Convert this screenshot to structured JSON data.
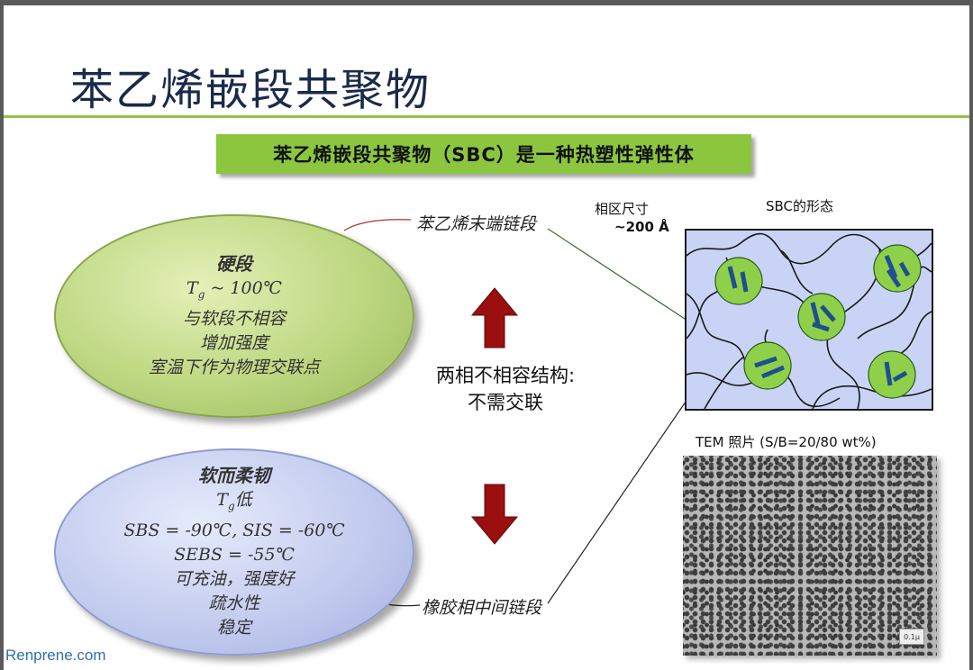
{
  "title": "苯乙烯嵌段共聚物",
  "banner": "苯乙烯嵌段共聚物（SBC）是一种热塑性弹性体",
  "hard_segment": {
    "heading": "硬段",
    "tg_symbol": "T",
    "tg_sub": "g",
    "tg_value": " ~  100℃",
    "lines": [
      "与软段不相容",
      "增加强度",
      "室温下作为物理交联点"
    ]
  },
  "soft_segment": {
    "heading": "软而柔韧",
    "tg_symbol": "T",
    "tg_sub": "g",
    "tg_suffix": "低",
    "lines": [
      "SBS = -90℃, SIS = -60℃",
      "SEBS = -55℃",
      "可充油，强度好",
      "疏水性",
      "稳定"
    ]
  },
  "callouts": {
    "styrene_end": "苯乙烯末端链段",
    "rubber_mid": "橡胶相中间链段"
  },
  "center_text": [
    "两相不相容结构:",
    "不需交联"
  ],
  "morphology": {
    "title": "SBC的形态",
    "size_label": "相区尺寸",
    "size_value": "~200 Å"
  },
  "tem": {
    "caption": "TEM 照片   (S/B=20/80 wt%)",
    "scale_text": "0.1μ"
  },
  "watermark": "Renprene.com",
  "colors": {
    "accent_green": "#8cc63f",
    "arrow_red": "#9b0f0f",
    "domain_green": "#8ed04a",
    "segment_blue": "#1f4f8f"
  }
}
